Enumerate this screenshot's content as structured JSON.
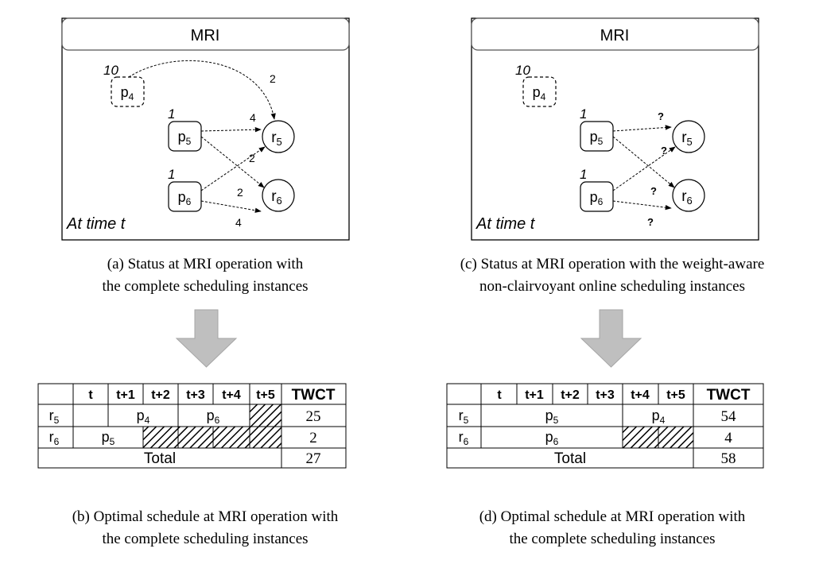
{
  "panel_a": {
    "window_title": "MRI",
    "time_label": "At time t",
    "nodes": {
      "p4": {
        "base": "p",
        "sub": "4",
        "weight": "10"
      },
      "p5": {
        "base": "p",
        "sub": "5",
        "weight": "1"
      },
      "p6": {
        "base": "p",
        "sub": "6",
        "weight": "1"
      },
      "r5": {
        "base": "r",
        "sub": "5"
      },
      "r6": {
        "base": "r",
        "sub": "6"
      }
    },
    "edge_labels": {
      "p4_r5": "2",
      "p5_r5": "4",
      "p6_r5": "2",
      "p5_r6": "2",
      "p6_r6": "4"
    },
    "caption_line1": "(a) Status at MRI operation with",
    "caption_line2": "the complete scheduling instances"
  },
  "panel_c": {
    "window_title": "MRI",
    "time_label": "At time t",
    "nodes": {
      "p4": {
        "base": "p",
        "sub": "4",
        "weight": "10"
      },
      "p5": {
        "base": "p",
        "sub": "5",
        "weight": "1"
      },
      "p6": {
        "base": "p",
        "sub": "6",
        "weight": "1"
      },
      "r5": {
        "base": "r",
        "sub": "5"
      },
      "r6": {
        "base": "r",
        "sub": "6"
      }
    },
    "edge_labels": {
      "p5_r5": "?",
      "p6_r5": "?",
      "p5_r6": "?",
      "p6_r6": "?"
    },
    "caption_line1": "(c) Status at MRI operation  with the weight-aware",
    "caption_line2": "non-clairvoyant online scheduling instances"
  },
  "table_b": {
    "time_headers": [
      "t",
      "t+1",
      "t+2",
      "t+3",
      "t+4",
      "t+5"
    ],
    "twct_header": "TWCT",
    "rows": [
      {
        "res": {
          "base": "r",
          "sub": "5"
        },
        "segments": [
          {
            "base": "p",
            "sub": "4"
          },
          {
            "base": "p",
            "sub": "6"
          }
        ],
        "twct": "25"
      },
      {
        "res": {
          "base": "r",
          "sub": "6"
        },
        "segments": [
          {
            "base": "p",
            "sub": "5"
          }
        ],
        "twct": "2"
      }
    ],
    "total_label": "Total",
    "total_value": "27",
    "caption_line1": "(b) Optimal schedule at MRI operation with",
    "caption_line2": "the complete scheduling instances"
  },
  "table_d": {
    "time_headers": [
      "t",
      "t+1",
      "t+2",
      "t+3",
      "t+4",
      "t+5"
    ],
    "twct_header": "TWCT",
    "rows": [
      {
        "res": {
          "base": "r",
          "sub": "5"
        },
        "segments": [
          {
            "base": "p",
            "sub": "5"
          },
          {
            "base": "p",
            "sub": "4"
          }
        ],
        "twct": "54"
      },
      {
        "res": {
          "base": "r",
          "sub": "6"
        },
        "segments": [
          {
            "base": "p",
            "sub": "6"
          }
        ],
        "twct": "4"
      }
    ],
    "total_label": "Total",
    "total_value": "58",
    "caption_line1": "(d) Optimal schedule at MRI operation with",
    "caption_line2": "the complete scheduling instances"
  },
  "colors": {
    "arrow_fill": "#bfbfbf",
    "arrow_stroke": "#a6a6a6",
    "window_header": "#ffffff"
  }
}
